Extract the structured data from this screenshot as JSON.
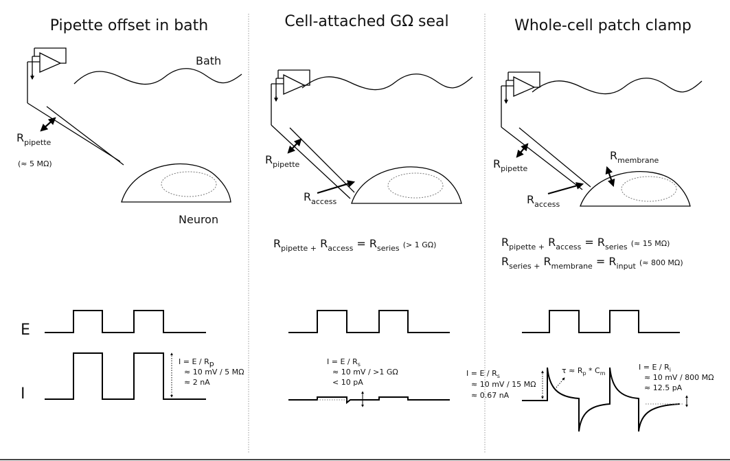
{
  "colors": {
    "line": "#000000",
    "divider": "#9a9a9a",
    "dotted": "#777777",
    "bg": "#ffffff"
  },
  "panels": [
    {
      "title": "Pipette offset in bath",
      "bath_label": "Bath",
      "neuron_label": "Neuron",
      "r_pipette_main": "R",
      "r_pipette_sub": "pipette",
      "pipette_value": "(≈ 5 MΩ)",
      "note": {
        "l1": "I = E / R",
        "l1s": "p",
        "l2": "≈ 10 mV / 5 MΩ",
        "l3": "≈ 2 nA"
      }
    },
    {
      "title": "Cell-attached GΩ seal",
      "r_pipette_main": "R",
      "r_pipette_sub": "pipette",
      "r_access_main": "R",
      "r_access_sub": "access",
      "eq": {
        "a": "R",
        "as": "pipette +",
        "b": "R",
        "bs": "access",
        "eqsign": "=",
        "c": "R",
        "cs": "series",
        "val": "(> 1 GΩ)"
      },
      "note": {
        "l1": "I = E / R",
        "l1s": "s",
        "l2": "≈ 10 mV / >1 GΩ",
        "l3": "< 10 pA"
      }
    },
    {
      "title": "Whole-cell patch clamp",
      "r_pipette_main": "R",
      "r_pipette_sub": "pipette",
      "r_access_main": "R",
      "r_access_sub": "access",
      "r_membrane_main": "R",
      "r_membrane_sub": "membrane",
      "eq1": {
        "a": "R",
        "as": "pipette +",
        "b": "R",
        "bs": "access",
        "eqsign": "=",
        "c": "R",
        "cs": "series",
        "val": "(≈ 15 MΩ)"
      },
      "eq2": {
        "a": "R",
        "as": "series +",
        "b": "R",
        "bs": "membrane",
        "eqsign": "=",
        "c": "R",
        "cs": "input",
        "val": "(≈ 800 MΩ)"
      },
      "tau": {
        "main": "τ ≈ R",
        "s1": "p",
        "mid": " * C",
        "s2": "m"
      },
      "note_left": {
        "l1": "I = E / R",
        "l1s": "s",
        "l2": "≈ 10 mV / 15 MΩ",
        "l3": "≈ 0.67 nA"
      },
      "note_right": {
        "l1": "I = E / R",
        "l1s": "i",
        "l2": "≈ 10 mV / 800 MΩ",
        "l3": "≈ 12.5 pA"
      }
    }
  ],
  "row_labels": {
    "e": "E",
    "i": "I"
  }
}
